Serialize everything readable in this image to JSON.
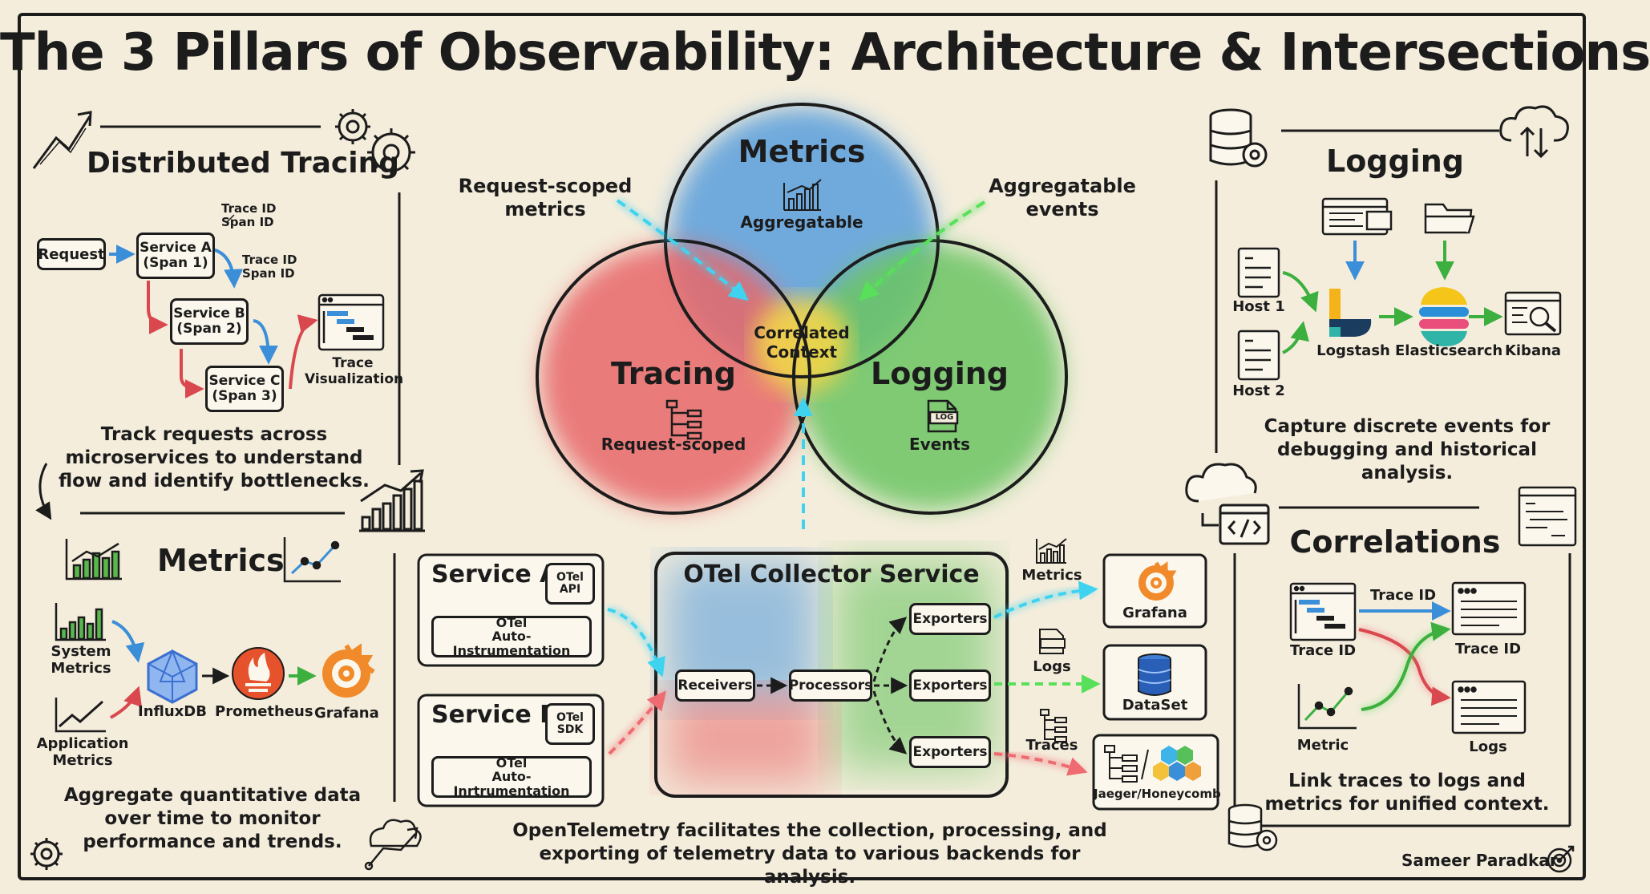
{
  "title": "The 3 Pillars of Observability: Architecture & Intersections",
  "tracing": {
    "heading": "Distributed Tracing",
    "request": "Request",
    "service_a": "Service A",
    "span1": "(Span 1)",
    "service_b": "Service B",
    "span2": "(Span 2)",
    "service_c": "Service C",
    "span3": "(Span 3)",
    "trace_id": "Trace ID",
    "span_id": "Span ID",
    "trace_viz_1": "Trace",
    "trace_viz_2": "Visualization",
    "caption": "Track requests across microservices to understand flow and identify bottlenecks."
  },
  "metrics_panel": {
    "heading": "Metrics",
    "system_1": "System",
    "system_2": "Metrics",
    "app_1": "Application",
    "app_2": "Metrics",
    "influx": "InfluxDB",
    "prometheus": "Prometheus",
    "grafana": "Grafana",
    "caption": "Aggregate quantitative data over time to monitor performance and trends."
  },
  "venn": {
    "metrics": "Metrics",
    "metrics_sub": "Aggregatable",
    "tracing": "Tracing",
    "tracing_sub": "Request-scoped",
    "logging": "Logging",
    "logging_sub": "Events",
    "center_1": "Correlated",
    "center_2": "Context",
    "left_note_1": "Request-scoped",
    "left_note_2": "metrics",
    "right_note_1": "Aggregatable",
    "right_note_2": "events",
    "log_icon_text": "LOG"
  },
  "otel": {
    "service_a": "Service A",
    "service_a_tag_1": "OTel",
    "service_a_tag_2": "API",
    "service_a_inner_1": "OTel",
    "service_a_inner_2": "Auto-Instrumentation",
    "service_b": "Service B",
    "service_b_tag_1": "OTel",
    "service_b_tag_2": "SDK",
    "service_b_inner_1": "OTel",
    "service_b_inner_2": "Auto-Inrtrumentation",
    "collector": "OTel Collector Service",
    "receivers": "Receivers",
    "processors": "Processors",
    "exporters": "Exporters",
    "out_metrics": "Metrics",
    "out_logs": "Logs",
    "out_traces": "Traces",
    "backend_grafana": "Grafana",
    "backend_dataset": "DataSet",
    "backend_jaeger": "Jaeger/Honeycomb",
    "caption": "OpenTelemetry facilitates the collection, processing, and exporting of telemetry data to various backends for analysis."
  },
  "logging_panel": {
    "heading": "Logging",
    "host1": "Host 1",
    "host2": "Host 2",
    "logstash": "Logstash",
    "elasticsearch": "Elasticsearch",
    "kibana": "Kibana",
    "caption": "Capture discrete events for debugging and historical analysis."
  },
  "correlations": {
    "heading": "Correlations",
    "trace_id_arrow": "Trace ID",
    "trace_id_left": "Trace ID",
    "trace_id_right": "Trace ID",
    "metric": "Metric",
    "logs": "Logs",
    "caption": "Link traces to logs and metrics for unified context."
  },
  "author": "Sameer Paradkar",
  "colors": {
    "background": "#f4eddc",
    "ink": "#1c1c1c",
    "metrics_blue": "#5a9fdc",
    "tracing_red": "#e8686a",
    "logging_green": "#6cc564",
    "center_yellow": "#f3d64a",
    "arrow_cyan": "#3fd3f0",
    "arrow_green": "#58e05a",
    "arrow_red": "#ef6b72",
    "grafana_orange": "#f08a2a",
    "prometheus_orange": "#e6522c",
    "influx_blue": "#5b8fe0"
  }
}
